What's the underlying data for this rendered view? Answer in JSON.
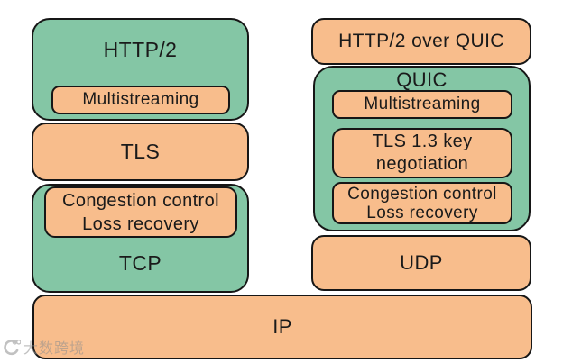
{
  "colors": {
    "green": "#84c6a5",
    "orange": "#f8bd8c",
    "border": "#161616",
    "background": "#ffffff",
    "watermark_gray": "#8f8f8f"
  },
  "left_stack": {
    "http2_label": "HTTP/2",
    "multistreaming_label": "Multistreaming",
    "tls_label": "TLS",
    "congestion_lines": [
      "Congestion control",
      "Loss recovery"
    ],
    "tcp_label": "TCP"
  },
  "right_stack": {
    "top_label": "HTTP/2 over QUIC",
    "quic_label": "QUIC",
    "multistreaming_label": "Multistreaming",
    "tls13_lines": [
      "TLS 1.3 key",
      "negotiation"
    ],
    "congestion_lines": [
      "Congestion control",
      "Loss recovery"
    ],
    "udp_label": "UDP"
  },
  "shared": {
    "ip_label": "IP"
  },
  "watermark": {
    "text": "大数跨境"
  }
}
